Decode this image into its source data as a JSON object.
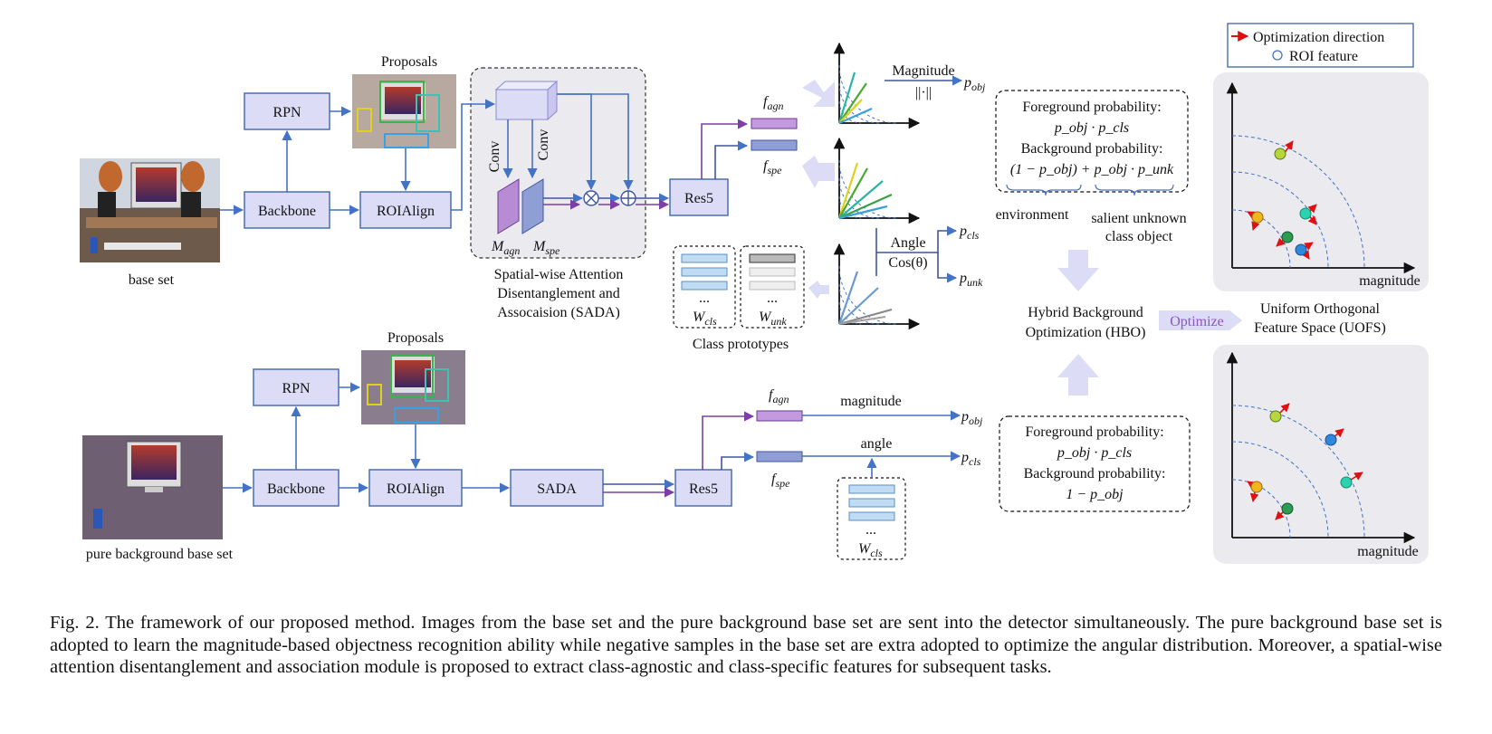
{
  "inputs": {
    "base_set": "base set",
    "pure_background": "pure background base set"
  },
  "top_pipeline": {
    "rpn": "RPN",
    "backbone": "Backbone",
    "roialign": "ROIAlign",
    "proposals": "Proposals",
    "res5": "Res5",
    "conv_left": "Conv",
    "conv_right": "Conv",
    "m_agn": "M",
    "m_agn_sub": "agn",
    "m_spe": "M",
    "m_spe_sub": "spe",
    "sada_caption": [
      "Spatial-wise Attention",
      "Disentanglement and",
      "Assocaision (SADA)"
    ],
    "f_agn": "f",
    "f_agn_sub": "agn",
    "f_spe": "f",
    "f_spe_sub": "spe",
    "magnitude": "Magnitude",
    "norm": "||·||",
    "p_obj": "p",
    "p_obj_sub": "obj",
    "angle": "Angle",
    "cos": "Cos(θ)",
    "p_cls": "p",
    "p_cls_sub": "cls",
    "p_unk": "p",
    "p_unk_sub": "unk",
    "w_cls": "W",
    "w_cls_sub": "cls",
    "w_unk": "W",
    "w_unk_sub": "unk",
    "ellipsis": "...",
    "class_prototypes": "Class prototypes"
  },
  "bottom_pipeline": {
    "rpn": "RPN",
    "backbone": "Backbone",
    "roialign": "ROIAlign",
    "proposals": "Proposals",
    "sada": "SADA",
    "res5": "Res5",
    "f_agn": "f",
    "f_agn_sub": "agn",
    "f_spe": "f",
    "f_spe_sub": "spe",
    "magnitude": "magnitude",
    "angle": "angle",
    "p_obj": "p",
    "p_obj_sub": "obj",
    "p_cls": "p",
    "p_cls_sub": "cls",
    "w_cls": "W",
    "w_cls_sub": "cls",
    "ellipsis": "..."
  },
  "hbo": {
    "top_box": {
      "fg_title": "Foreground probability:",
      "fg_formula": "p_obj · p_cls",
      "bg_title": "Background probability:",
      "bg_formula": "(1 − p_obj) + p_obj · p_unk"
    },
    "environment": "environment",
    "salient": [
      "salient unknown",
      "class object"
    ],
    "center": [
      "Hybrid Background",
      "Optimization (HBO)"
    ],
    "optimize": "Optimize",
    "bottom_box": {
      "fg_title": "Foreground probability:",
      "fg_formula": "p_obj · p_cls",
      "bg_title": "Background probability:",
      "bg_formula": "1 − p_obj"
    }
  },
  "uofs": {
    "legend_arrow": "Optimization direction",
    "legend_circle": "ROI feature",
    "title": [
      "Uniform Orthogonal",
      "Feature Space (UOFS)"
    ],
    "x_label_top": "magnitude",
    "x_label_bottom": "magnitude"
  },
  "caption": "Fig. 2.  The framework of our proposed method. Images from the base set and the pure background base set are sent into the detector simultaneously. The pure background base set is adopted to learn the magnitude-based objectness recognition ability while negative samples in the base set are extra adopted to optimize the angular distribution. Moreover, a spatial-wise attention disentanglement and association module is proposed to extract class-agnostic and class-specific features for subsequent tasks.",
  "colors": {
    "box_fill": "#dcdcf7",
    "box_stroke": "#4a6fb0",
    "arrow_blue": "#4472c4",
    "arrow_purple": "#7b3fa6",
    "panel_gray": "#ebebef",
    "red": "#e01010",
    "optimize_text": "#8e57c0"
  }
}
